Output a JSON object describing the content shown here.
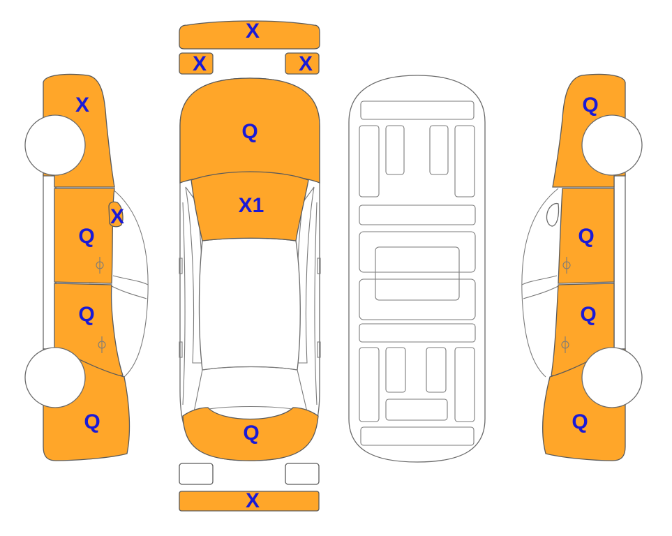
{
  "colors": {
    "damaged": "#FFA629",
    "undamaged": "#FFFFFF",
    "outline": "#6A6A6A",
    "label": "#1A1AD6"
  },
  "panels": {
    "front_bumper": {
      "code": "X",
      "damaged": true
    },
    "front_left_fog": {
      "code": "X",
      "damaged": true
    },
    "front_right_fog": {
      "code": "X",
      "damaged": true
    },
    "hood": {
      "code": "Q",
      "damaged": true
    },
    "windshield": {
      "code": "X1",
      "damaged": true
    },
    "trunk_lid": {
      "code": "Q",
      "damaged": true
    },
    "rear_left_light": {
      "code": "",
      "damaged": false
    },
    "rear_right_light": {
      "code": "",
      "damaged": false
    },
    "rear_bumper": {
      "code": "X",
      "damaged": true
    },
    "left_front_fender": {
      "code": "X",
      "damaged": true
    },
    "left_mirror": {
      "code": "X",
      "damaged": true
    },
    "left_front_door": {
      "code": "Q",
      "damaged": true
    },
    "left_rear_door": {
      "code": "Q",
      "damaged": true
    },
    "left_rear_quarter": {
      "code": "Q",
      "damaged": true
    },
    "right_front_fender": {
      "code": "Q",
      "damaged": true
    },
    "right_front_door": {
      "code": "Q",
      "damaged": true
    },
    "right_rear_door": {
      "code": "Q",
      "damaged": true
    },
    "right_rear_quarter": {
      "code": "Q",
      "damaged": true
    }
  }
}
